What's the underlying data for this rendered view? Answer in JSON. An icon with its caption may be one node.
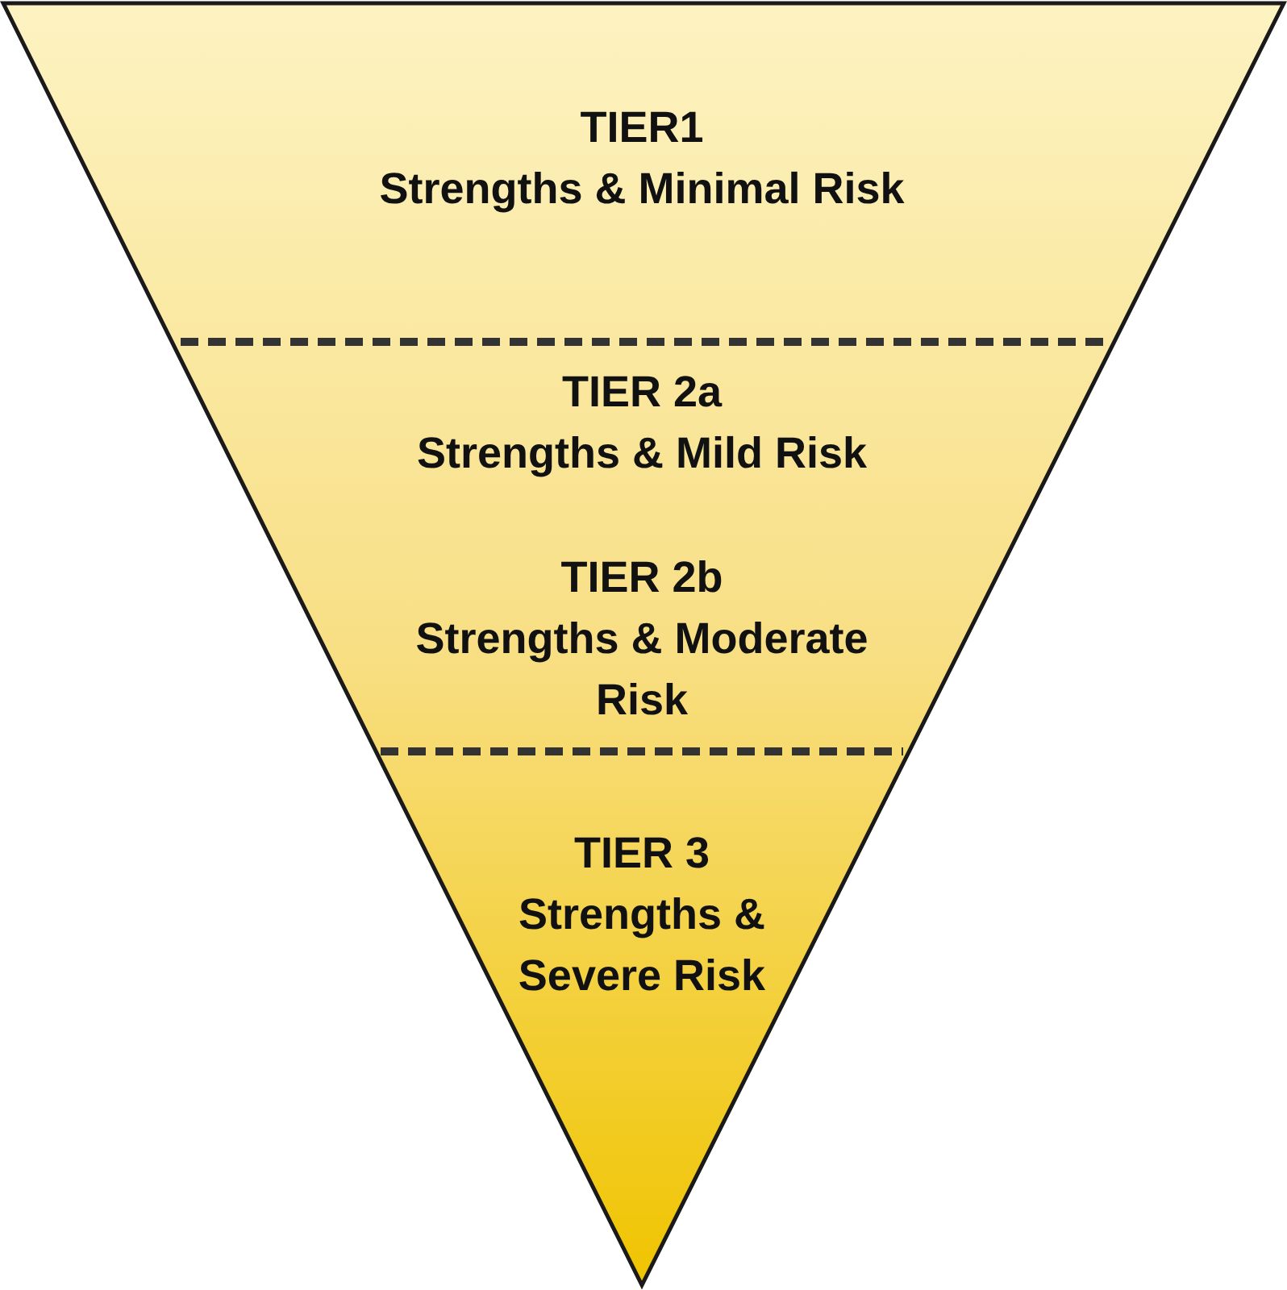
{
  "diagram": {
    "nodes": [
      {
        "text": [
          "TIER1",
          "Strengths & Minimal Risk"
        ]
      },
      {
        "text": [
          "TIER 2a",
          "Strengths & Mild Risk",
          "TIER 2b",
          "Strengths & Moderate Risk"
        ]
      },
      {
        "text": [
          "TIER 3",
          "Strengths & Severe Risk"
        ]
      }
    ],
    "edges": []
  }
}
